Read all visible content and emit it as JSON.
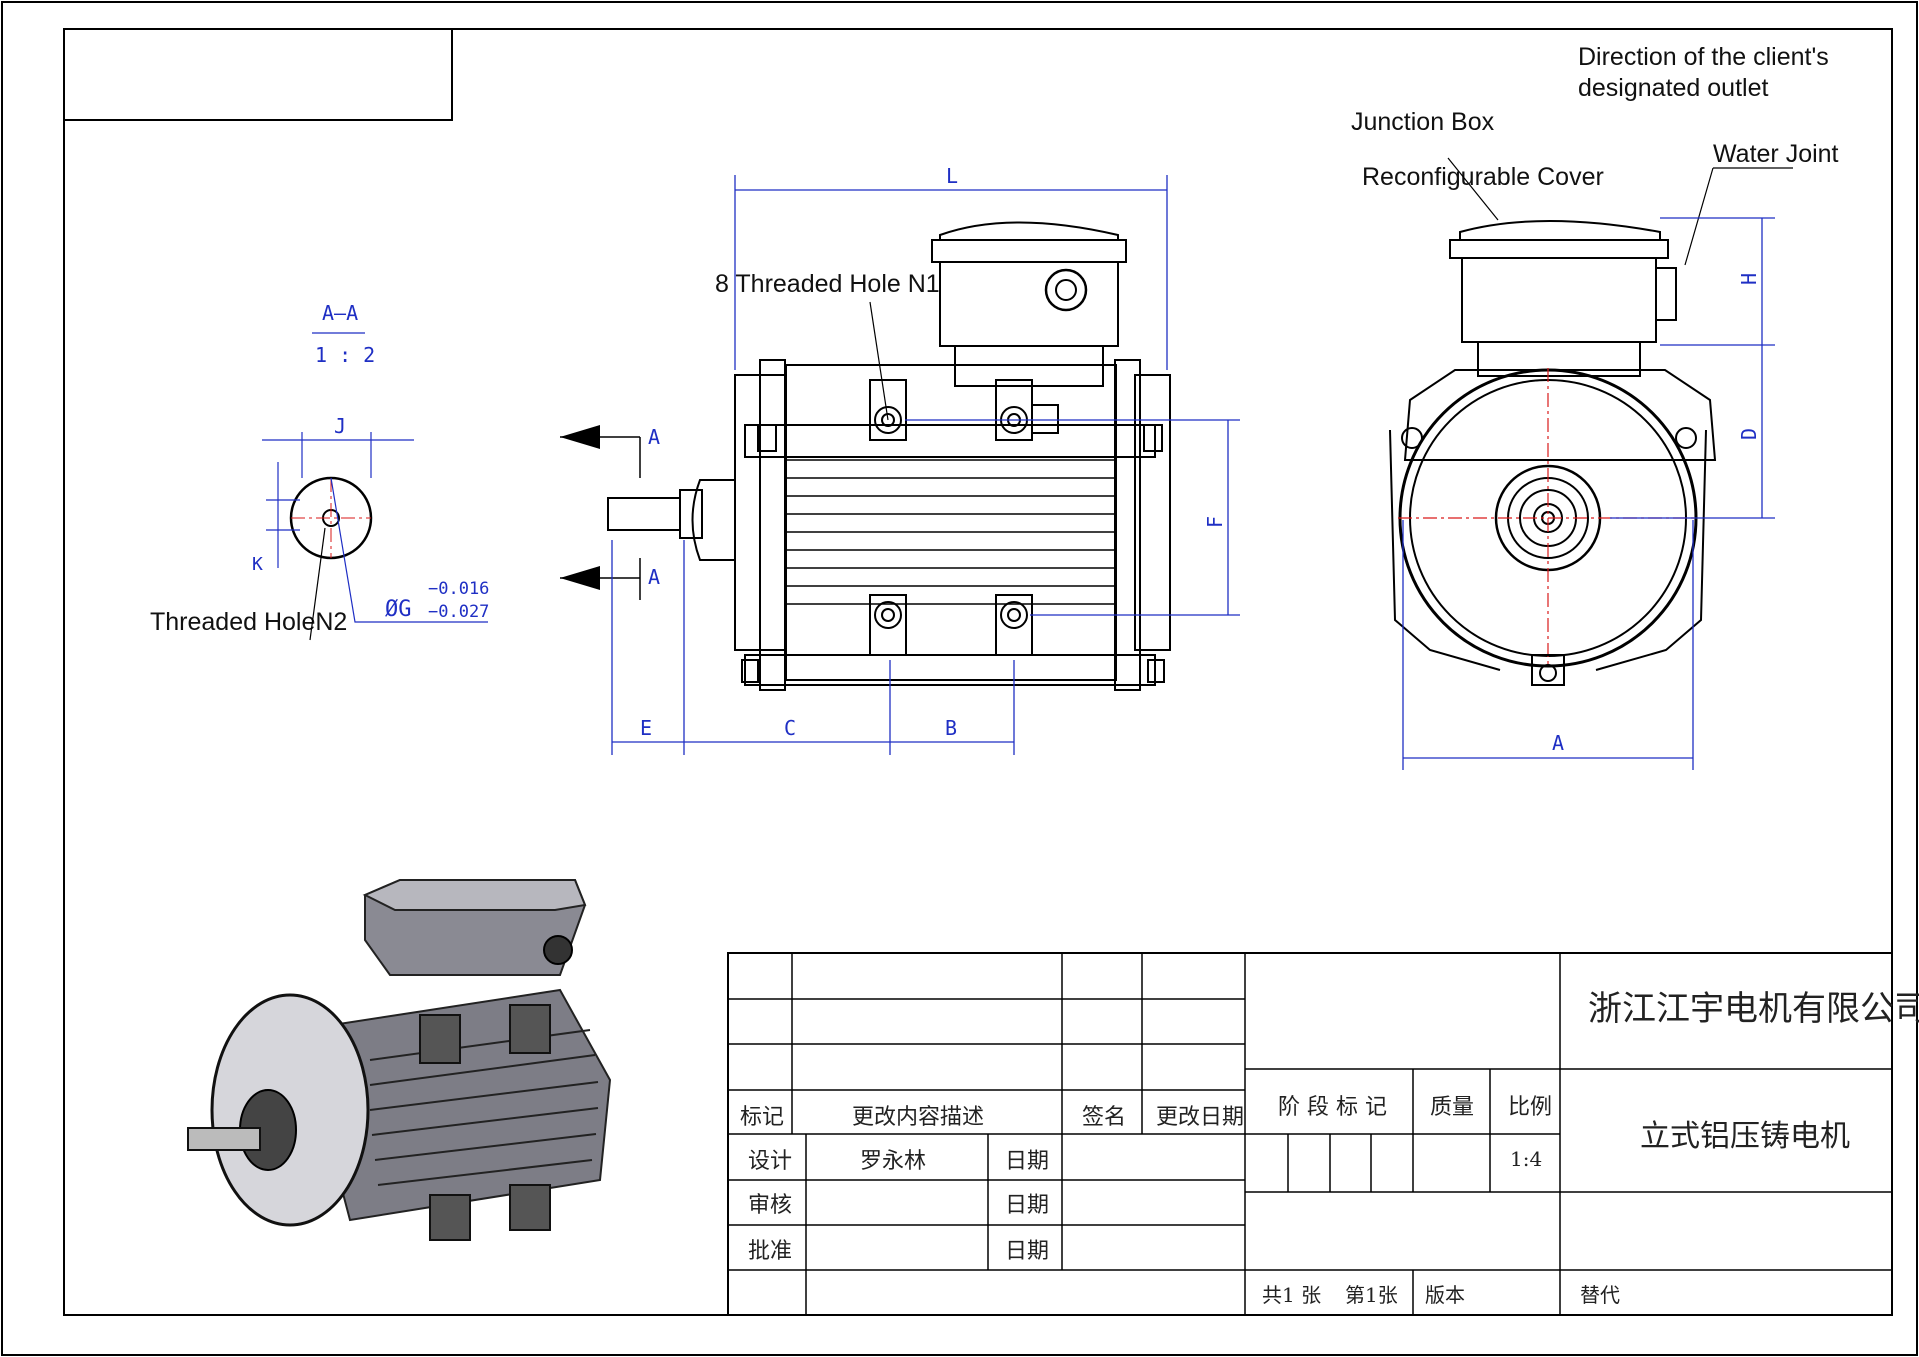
{
  "annotations": {
    "outlet_direction_1": "Direction of the client's",
    "outlet_direction_2": "designated outlet",
    "junction_box": "Junction Box",
    "reconfigurable_cover": "Reconfigurable Cover",
    "water_joint": "Water Joint",
    "threaded_hole_n1": "8 Threaded Hole N1",
    "threaded_hole_n2": "Threaded HoleN2"
  },
  "section": {
    "name": "A—A",
    "scale": "1 : 2",
    "dim_j": "J",
    "dim_k": "K",
    "dim_g": "ØG",
    "tol_upper": "−0.016",
    "tol_lower": "−0.027",
    "arrow_a_top": "A",
    "arrow_a_bottom": "A"
  },
  "dimensions": {
    "L": "L",
    "E": "E",
    "C": "C",
    "B": "B",
    "F": "F",
    "H": "H",
    "D": "D",
    "A": "A"
  },
  "title_block": {
    "company": "浙江江宇电机有限公司",
    "product": "立式铝压铸电机",
    "mark": "标记",
    "change_desc": "更改内容描述",
    "signature": "签名",
    "change_date": "更改日期",
    "stage_mark": "阶 段 标 记",
    "weight": "质量",
    "ratio": "比例",
    "ratio_value": "1:4",
    "design": "设计",
    "designer": "罗永林",
    "date1": "日期",
    "review": "审核",
    "date2": "日期",
    "approve": "批准",
    "date3": "日期",
    "sheets": "共1 张",
    "sheet_no": "第1张",
    "version": "版本",
    "replace": "替代"
  }
}
